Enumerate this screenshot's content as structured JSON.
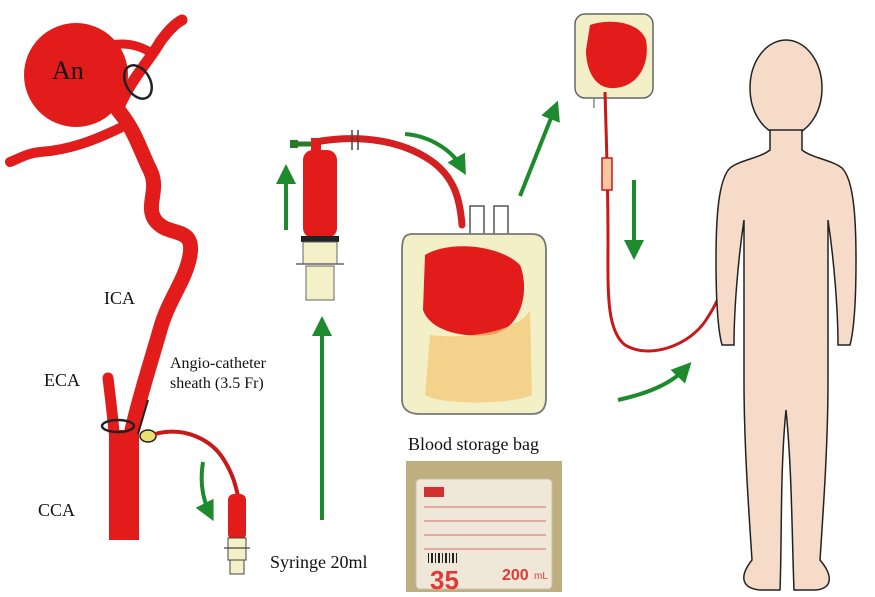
{
  "labels": {
    "aneurysm": "An",
    "ica": "ICA",
    "eca": "ECA",
    "cca": "CCA",
    "sheath_line1": "Angio-catheter",
    "sheath_line2": "sheath (3.5 Fr)",
    "syringe": "Syringe 20ml",
    "blood_bag": "Blood storage bag"
  },
  "photo": {
    "bag_number": "35",
    "volume": "200",
    "unit": "mL"
  },
  "colors": {
    "blood": "#e21b1b",
    "arrow": "#1e8a2e",
    "skin": "#f6dcc8",
    "bag": "#f3f0c8"
  }
}
